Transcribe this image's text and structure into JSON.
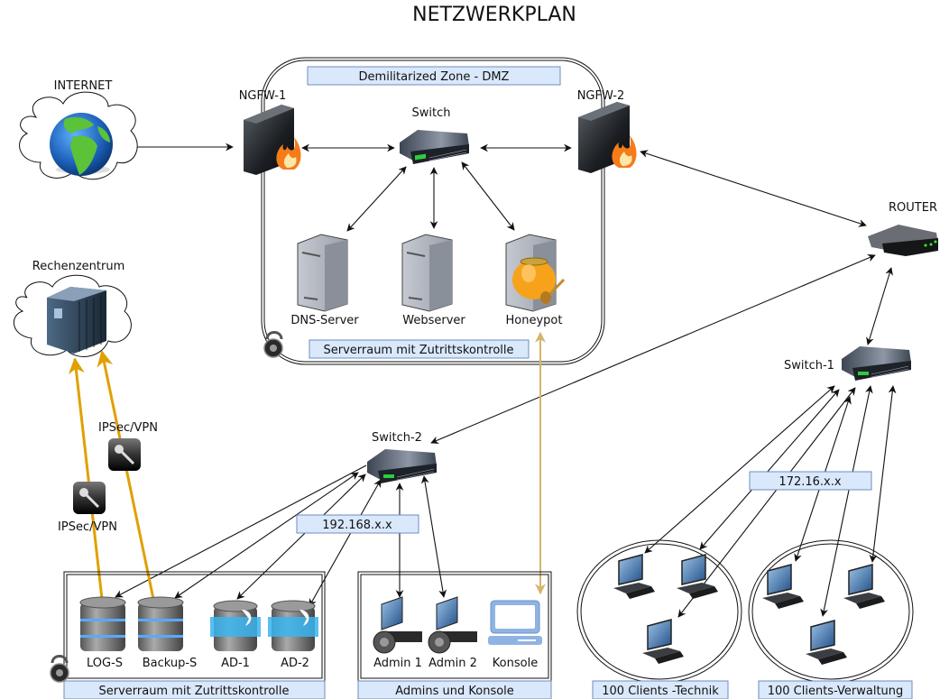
{
  "title": "NETZWERKPLAN",
  "internet": {
    "label": "INTERNET"
  },
  "firewalls": [
    {
      "label": "NGFW-1"
    },
    {
      "label": "NGFW-2"
    }
  ],
  "dmz": {
    "zone_label": "Demilitarized Zone - DMZ",
    "switch_label": "Switch",
    "servers": [
      {
        "label": "DNS-Server"
      },
      {
        "label": "Webserver"
      },
      {
        "label": "Honeypot"
      }
    ],
    "room_label": "Serverraum mit Zutrittskontrolle"
  },
  "router": {
    "label": "ROUTER"
  },
  "rechenzentrum": {
    "label": "Rechenzentrum"
  },
  "vpn_links": [
    {
      "label": "IPSec/VPN"
    },
    {
      "label": "IPSec/VPN"
    }
  ],
  "switch2": {
    "label": "Switch-2",
    "subnet": "192.168.x.x"
  },
  "switch1": {
    "label": "Switch-1",
    "subnet": "172.16.x.x"
  },
  "serverroom": {
    "label": "Serverraum mit Zutrittskontrolle",
    "servers": [
      {
        "label": "LOG-S"
      },
      {
        "label": "Backup-S"
      },
      {
        "label": "AD-1"
      },
      {
        "label": "AD-2"
      }
    ]
  },
  "admins": {
    "label": "Admins und Konsole",
    "devices": [
      {
        "label": "Admin 1"
      },
      {
        "label": "Admin 2"
      },
      {
        "label": "Konsole"
      }
    ]
  },
  "client_groups": [
    {
      "label": "100 Clients -Technik"
    },
    {
      "label": "100 Clients-Verwaltung"
    }
  ],
  "colors": {
    "tag_fill": "#dae8fc",
    "tag_stroke": "#6c8ebf",
    "vpn_line": "#e0a000",
    "konsole_line": "#d6b46a"
  }
}
